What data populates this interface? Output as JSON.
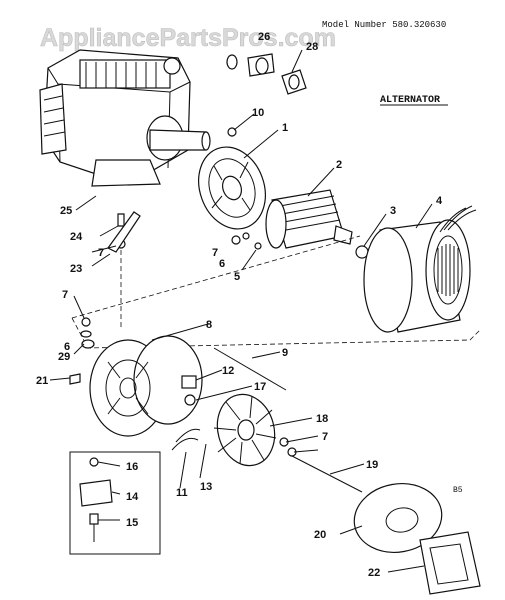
{
  "watermark": "AppliancePartsPros.com",
  "model_label": "Model Number 580.320630",
  "section_title": "ALTERNATOR",
  "corner_code": "B5",
  "callouts": [
    "1",
    "2",
    "3",
    "4",
    "5",
    "6",
    "6",
    "7",
    "7",
    "7",
    "7",
    "8",
    "9",
    "10",
    "11",
    "12",
    "13",
    "14",
    "15",
    "16",
    "17",
    "18",
    "19",
    "20",
    "21",
    "22",
    "23",
    "24",
    "25",
    "26",
    "28",
    "29"
  ]
}
